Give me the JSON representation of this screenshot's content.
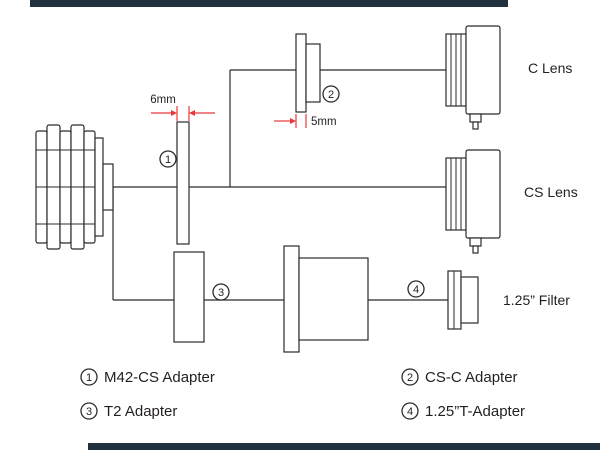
{
  "diagram": {
    "colors": {
      "accent_bar": "#20303c",
      "accent_red": "#e8383d",
      "line": "#2b2b2b"
    },
    "dimensions": {
      "ring": "6mm",
      "flange": "5mm"
    },
    "markers": {
      "m1": "1",
      "m2": "2",
      "m3": "3",
      "m4": "4"
    },
    "parts": {
      "c_lens": "C Lens",
      "cs_lens": "CS Lens",
      "filter": "1.25” Filter"
    },
    "legend": [
      {
        "num": "1",
        "label": "M42-CS Adapter"
      },
      {
        "num": "2",
        "label": "CS-C Adapter"
      },
      {
        "num": "3",
        "label": "T2 Adapter"
      },
      {
        "num": "4",
        "label": "1.25”T-Adapter"
      }
    ]
  }
}
